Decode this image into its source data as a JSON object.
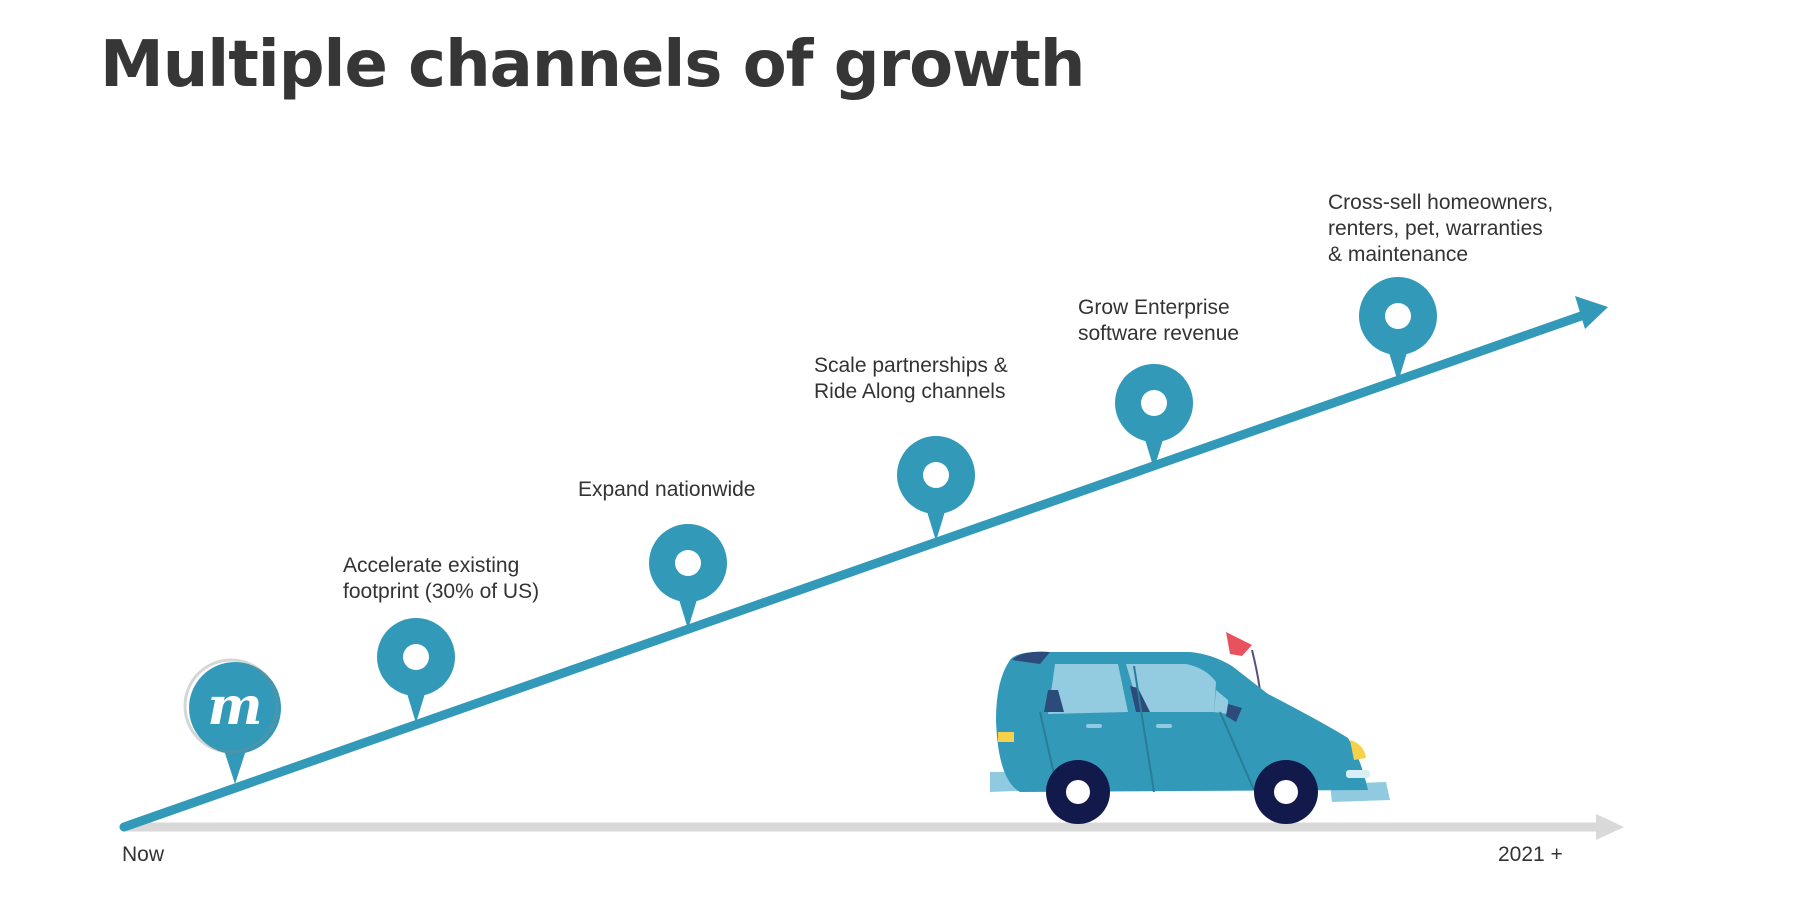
{
  "slide": {
    "title": "Multiple channels of growth"
  },
  "brand": {
    "logo_letter": "m",
    "accent_color": "#3399b9",
    "axis_color": "#d9d9d9",
    "text_color": "#333333"
  },
  "timeline": {
    "start_label": "Now",
    "end_label": "2021 +"
  },
  "milestones": [
    {
      "label": "Accelerate existing\nfootprint (30% of US)"
    },
    {
      "label": "Expand nationwide"
    },
    {
      "label": "Scale partnerships &\nRide Along channels"
    },
    {
      "label": "Grow Enterprise\nsoftware revenue"
    },
    {
      "label": "Cross-sell homeowners,\nrenters, pet, warranties\n& maintenance"
    }
  ],
  "icons": {
    "logo": "brand-logo-pin-icon",
    "pin": "location-pin-icon",
    "car": "car-illustration-icon",
    "flag": "flag-icon"
  }
}
